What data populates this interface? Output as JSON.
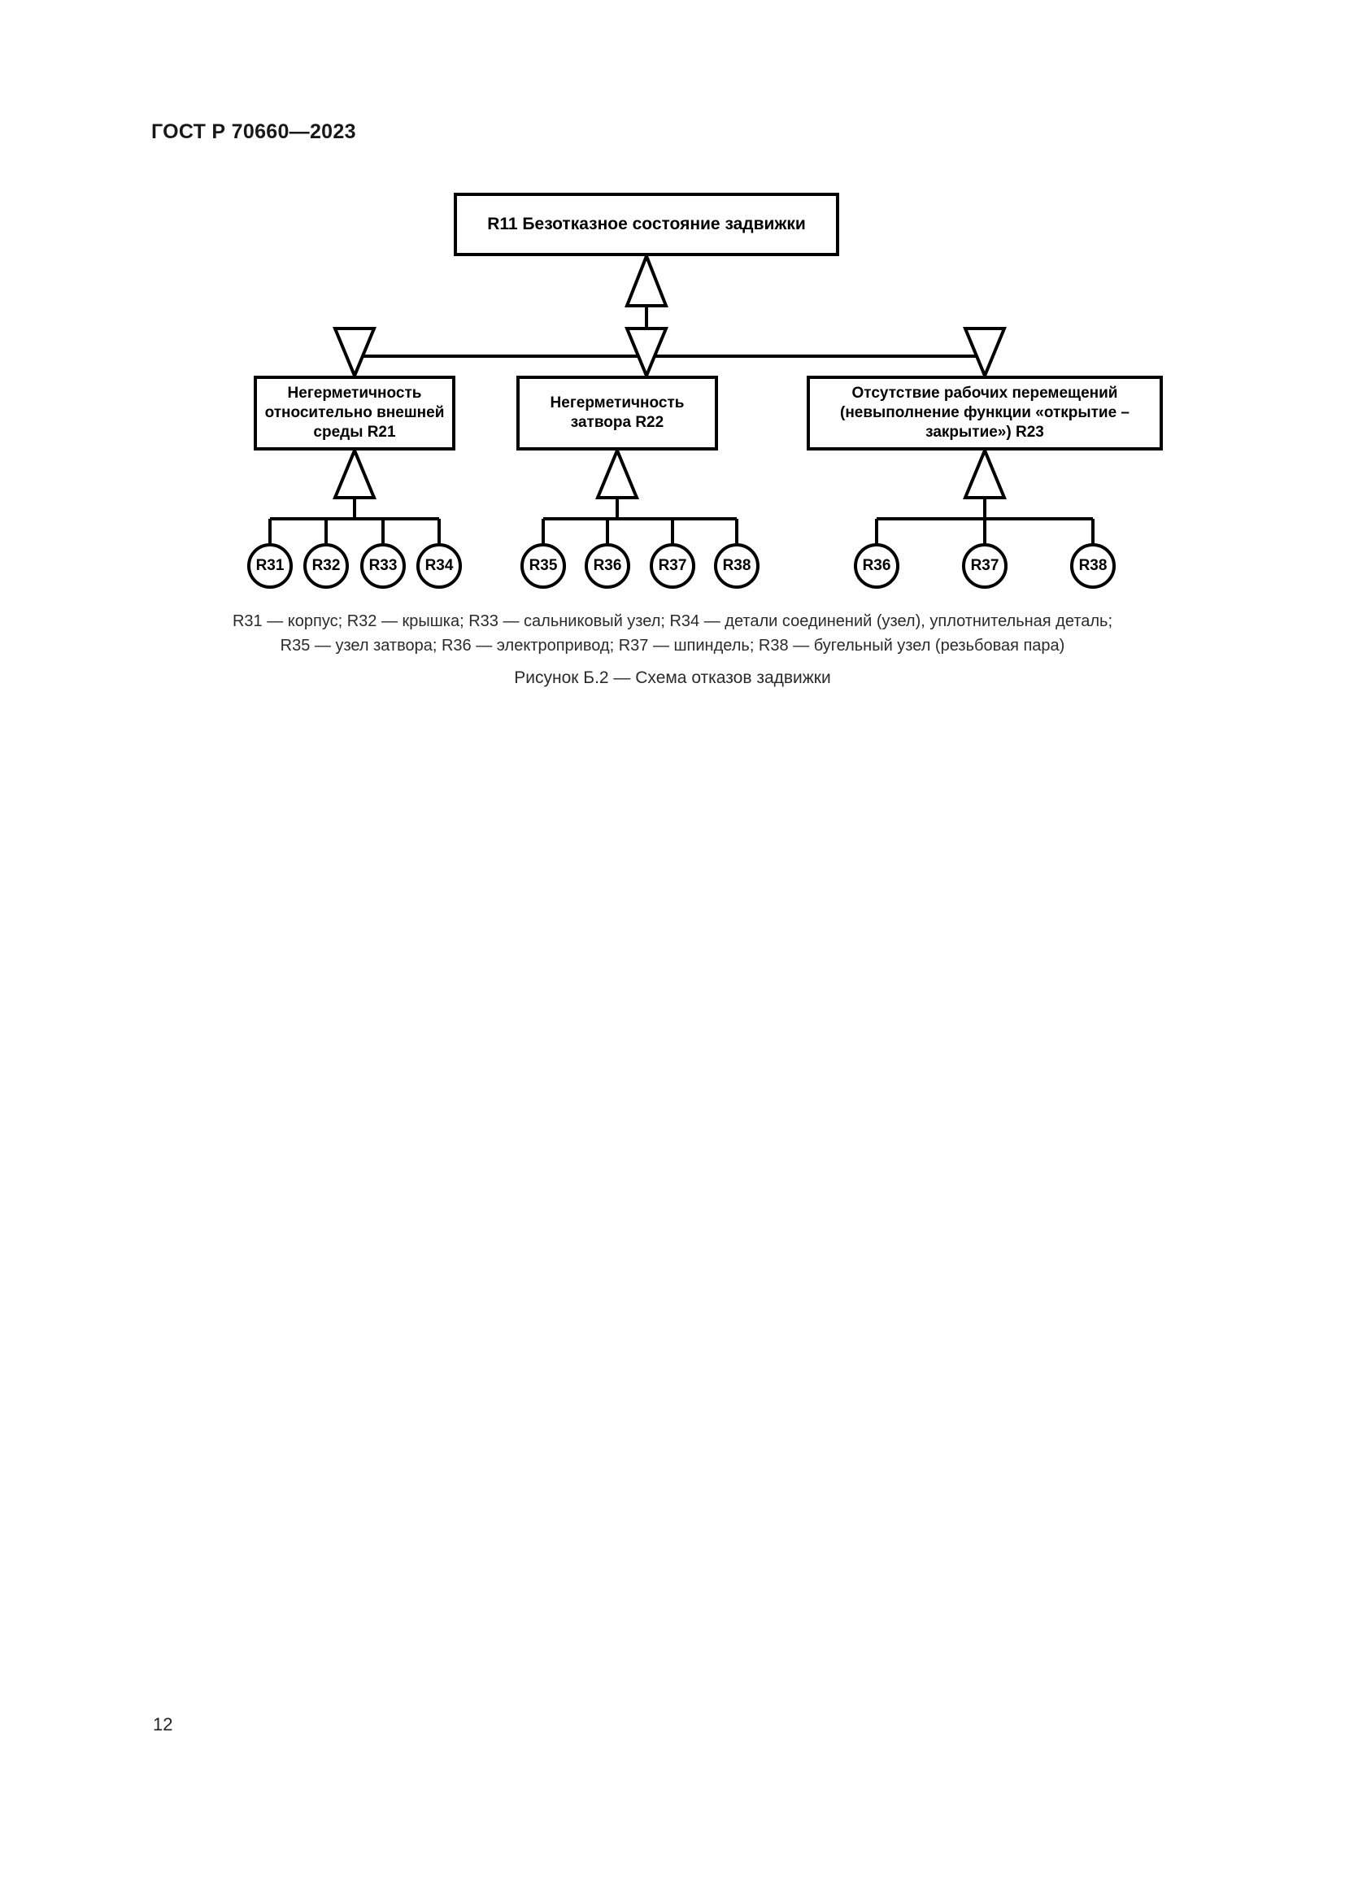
{
  "document": {
    "header": "ГОСТ Р 70660—2023",
    "page_number": "12"
  },
  "figure": {
    "title": "Рисунок Б.2 — Схема отказов задвижки",
    "legend_line_1": "R31 — корпус; R32 — крышка; R33 — сальниковый узел; R34 — детали соединений (узел), уплотнительная деталь;",
    "legend_line_2": "R35 — узел затвора; R36 — электропривод; R37 — шпиндель; R38 — бугельный узел (резьбовая пара)",
    "top_node": {
      "code": "R11",
      "label": "R11 Безотказное состояние задвижки"
    },
    "level2": [
      {
        "code": "R21",
        "label": "Негерметичность относительно внешней среды R21",
        "children": [
          "R31",
          "R32",
          "R33",
          "R34"
        ]
      },
      {
        "code": "R22",
        "label": "Негерметичность затвора R22",
        "children": [
          "R35",
          "R36",
          "R37",
          "R38"
        ]
      },
      {
        "code": "R23",
        "label": "Отсутствие рабочих перемещений (невыполнение функции «открытие – закрытие») R23",
        "children": [
          "R36",
          "R37",
          "R38"
        ]
      }
    ],
    "leaves": {
      "g1": [
        "R31",
        "R32",
        "R33",
        "R34"
      ],
      "g2": [
        "R35",
        "R36",
        "R37",
        "R38"
      ],
      "g3": [
        "R36",
        "R37",
        "R38"
      ]
    },
    "colors": {
      "line": "#000000",
      "text": "#000000",
      "background": "#ffffff"
    }
  }
}
